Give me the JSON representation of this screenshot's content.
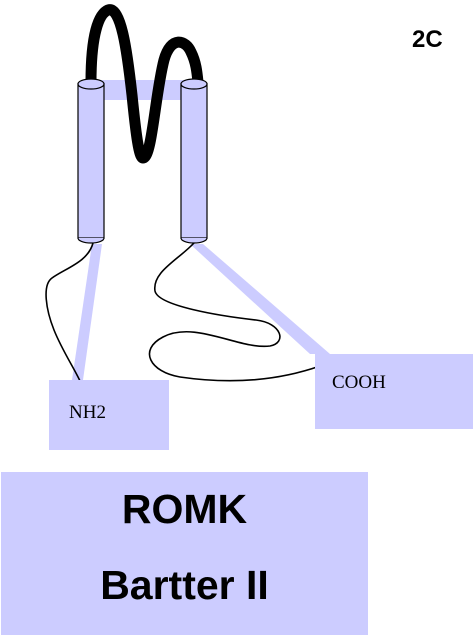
{
  "figure": {
    "panel_label": "2C",
    "n_terminus_label": "NH2",
    "c_terminus_label": "COOH",
    "protein_name": "ROMK",
    "syndrome_name": "Bartter II",
    "colors": {
      "fill": "#ccccff",
      "stroke": "#000000",
      "background": "#ffffff"
    }
  }
}
